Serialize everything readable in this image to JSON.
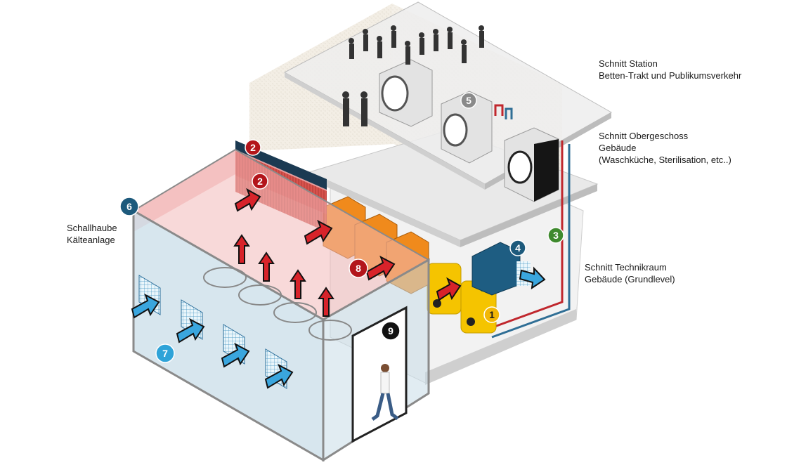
{
  "labels": {
    "station": [
      "Schnitt Station",
      "Betten-Trakt und Publikumsverkehr"
    ],
    "obergeschoss": [
      "Schnitt Obergeschoss",
      "Gebäude",
      "(Waschküche, Sterilisation, etc..)"
    ],
    "technikraum": [
      "Schnitt Technikraum",
      "Gebäude (Grundlevel)"
    ],
    "schallhaube": [
      "Schallhaube",
      "Kälteanlage"
    ]
  },
  "badges": [
    {
      "id": "b1",
      "text": "1",
      "color": "#f2b705",
      "text_color": "#1a1a1a"
    },
    {
      "id": "b2a",
      "text": "2",
      "color": "#b3151b",
      "text_color": "#ffffff"
    },
    {
      "id": "b2b",
      "text": "2",
      "color": "#b3151b",
      "text_color": "#ffffff"
    },
    {
      "id": "b3",
      "text": "3",
      "color": "#3f8a2e",
      "text_color": "#ffffff"
    },
    {
      "id": "b4",
      "text": "4",
      "color": "#1d5a7c",
      "text_color": "#ffffff"
    },
    {
      "id": "b5",
      "text": "5",
      "color": "#8a8a8a",
      "text_color": "#ffffff"
    },
    {
      "id": "b6",
      "text": "6",
      "color": "#1d5a7c",
      "text_color": "#ffffff"
    },
    {
      "id": "b7",
      "text": "7",
      "color": "#2ea3d8",
      "text_color": "#ffffff"
    },
    {
      "id": "b8",
      "text": "8",
      "color": "#b3151b",
      "text_color": "#ffffff"
    },
    {
      "id": "b9",
      "text": "9",
      "color": "#111111",
      "text_color": "#ffffff"
    }
  ],
  "colors": {
    "hot_air": "#d8232a",
    "cold_air": "#3aa6de",
    "pipe_red": "#c0272d",
    "pipe_blue": "#2f6e95",
    "enclosure_top": "#f3b9b9",
    "enclosure_side": "#c9dde8",
    "chiller_orange": "#f08a1c",
    "boiler_yellow": "#f5c400",
    "wall_texture": "#f1ece3",
    "slab": "#e4e4e4"
  }
}
